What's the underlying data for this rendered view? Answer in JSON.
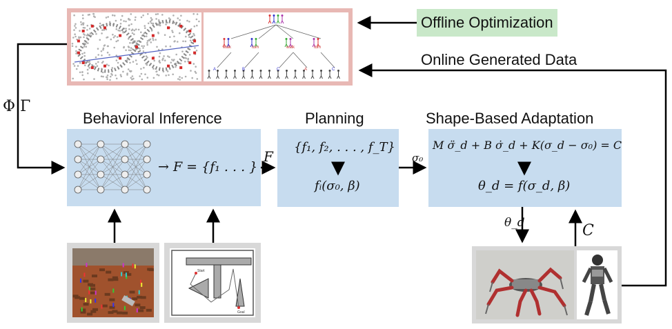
{
  "header": {
    "offline_label": "Offline Optimization",
    "online_label": "Online Generated Data",
    "phi_gamma": "Φ Γ"
  },
  "modules": {
    "inference": {
      "title": "Behavioral Inference",
      "formula": "→ F = {f₁ . . . }"
    },
    "planning": {
      "title": "Planning",
      "formula_top": "{f₁, f₂, . . . , f_T}",
      "formula_bottom": "fᵢ(σ₀, β)"
    },
    "adaptation": {
      "title": "Shape-Based Adaptation",
      "formula_top": "M σ̈_d + B σ̇_d + K(σ_d − σ₀) = C",
      "formula_bottom": "θ_d = f(σ_d, β)"
    }
  },
  "edge_labels": {
    "F": "F",
    "sigma0": "σ₀",
    "theta_d": "θ_d",
    "C": "C"
  },
  "maze": {
    "start_label": "Start",
    "goal_label": "Goal"
  },
  "tree": {
    "level1": [
      "walk",
      "turn",
      "walk",
      "turn"
    ],
    "level2": [
      "A",
      "B",
      "C",
      "A",
      "C"
    ]
  },
  "colors": {
    "module_fill": "#c7dcef",
    "offline_fill": "#c9e8c9",
    "panel_border": "#e8b8b4"
  }
}
